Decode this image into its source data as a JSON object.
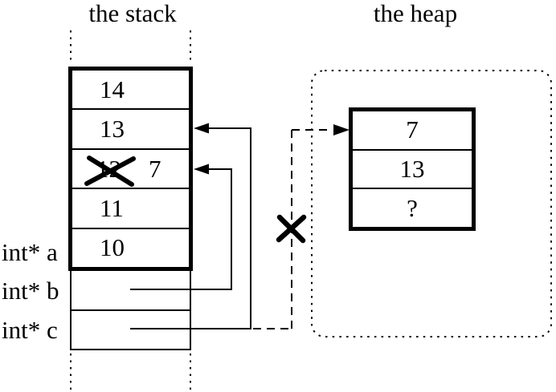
{
  "stack": {
    "title": "the stack",
    "cells": {
      "c0": "14",
      "c1": "13",
      "c2_old": "12",
      "c2_new": "7",
      "c3": "11",
      "c4": "10"
    },
    "labels": {
      "a": "int* a",
      "b": "int* b",
      "c": "int* c"
    }
  },
  "heap": {
    "title": "the heap",
    "cells": {
      "c0": "7",
      "c1": "13",
      "c2": "?"
    }
  },
  "marks": {
    "stack_overwrite_cross": "x-mark",
    "dangling_pointer_cross": "x-mark"
  },
  "arrows": [
    {
      "style": "solid",
      "from": "pointer cell b",
      "to": "stack cell with crossed 12 / 7"
    },
    {
      "style": "solid",
      "from": "pointer cell c",
      "to": "stack cell 13"
    },
    {
      "style": "dashed-crossed-out",
      "from": "pointer cell c",
      "to": "heap block"
    }
  ],
  "colors": {
    "ink": "#000000",
    "background": "#ffffff"
  }
}
